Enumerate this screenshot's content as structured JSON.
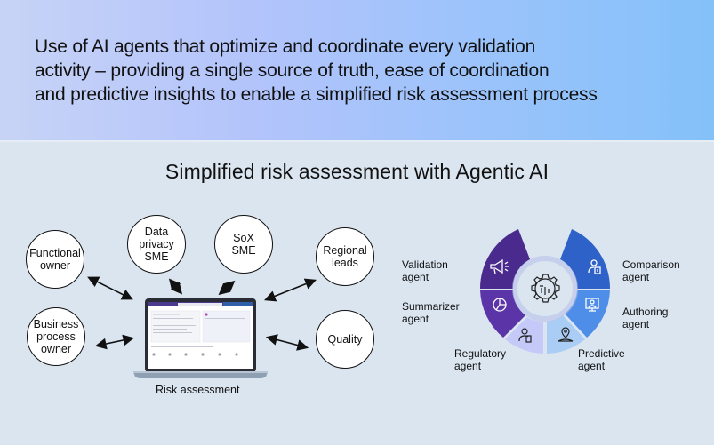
{
  "banner": {
    "text_lines": [
      "Use of AI agents that optimize and coordinate every validation",
      "activity – providing a single source of truth, ease of coordination",
      "and predictive insights to enable a simplified risk assessment process"
    ],
    "gradient": [
      "#c7d3f6",
      "#b3c4fb",
      "#9dc3fb",
      "#84c1f9"
    ]
  },
  "title": "Simplified risk assessment with Agentic AI",
  "stakeholders": {
    "functional_owner": [
      "Functional",
      "owner"
    ],
    "data_privacy_sme": [
      "Data",
      "privacy",
      "SME"
    ],
    "sox_sme": [
      "SoX",
      "SME"
    ],
    "regional_leads": [
      "Regional",
      "leads"
    ],
    "business_process_owner": [
      "Business",
      "process",
      "owner"
    ],
    "quality": [
      "Quality"
    ]
  },
  "laptop": {
    "caption": "Risk assessment"
  },
  "agents": {
    "validation": {
      "label": [
        "Validation",
        "agent"
      ],
      "color": "#4a2a8c",
      "icon": "megaphone-icon"
    },
    "summarizer": {
      "label": [
        "Summarizer",
        "agent"
      ],
      "color": "#5b34a8",
      "icon": "pie-chart-icon"
    },
    "regulatory": {
      "label": [
        "Regulatory",
        "agent"
      ],
      "color": "#c4c9f7",
      "icon": "person-document-icon"
    },
    "predictive": {
      "label": [
        "Predictive",
        "agent"
      ],
      "color": "#a9cdf5",
      "icon": "location-pin-icon"
    },
    "authoring": {
      "label": [
        "Authoring",
        "agent"
      ],
      "color": "#4f8ee8",
      "icon": "monitor-user-icon"
    },
    "comparison": {
      "label": [
        "Comparison",
        "agent"
      ],
      "color": "#2f62c9",
      "icon": "person-card-icon"
    }
  },
  "center_icon": "gear-circuit-icon",
  "colors": {
    "background": "#dae5f0",
    "text": "#111111"
  }
}
